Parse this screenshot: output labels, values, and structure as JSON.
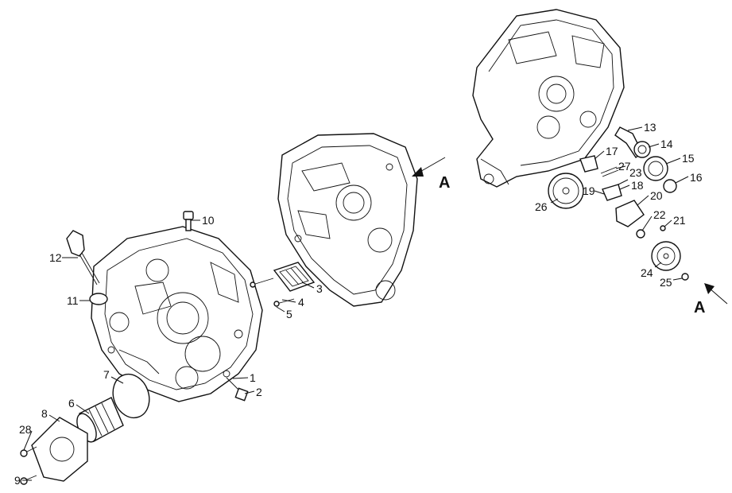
{
  "diagram": {
    "part_numbers": [
      "1",
      "2",
      "3",
      "4",
      "5",
      "6",
      "7",
      "8",
      "9",
      "10",
      "11",
      "12",
      "13",
      "14",
      "15",
      "16",
      "17",
      "18",
      "19",
      "20",
      "21",
      "22",
      "23",
      "24",
      "25",
      "26",
      "27",
      "28"
    ],
    "view_marker": "A"
  }
}
